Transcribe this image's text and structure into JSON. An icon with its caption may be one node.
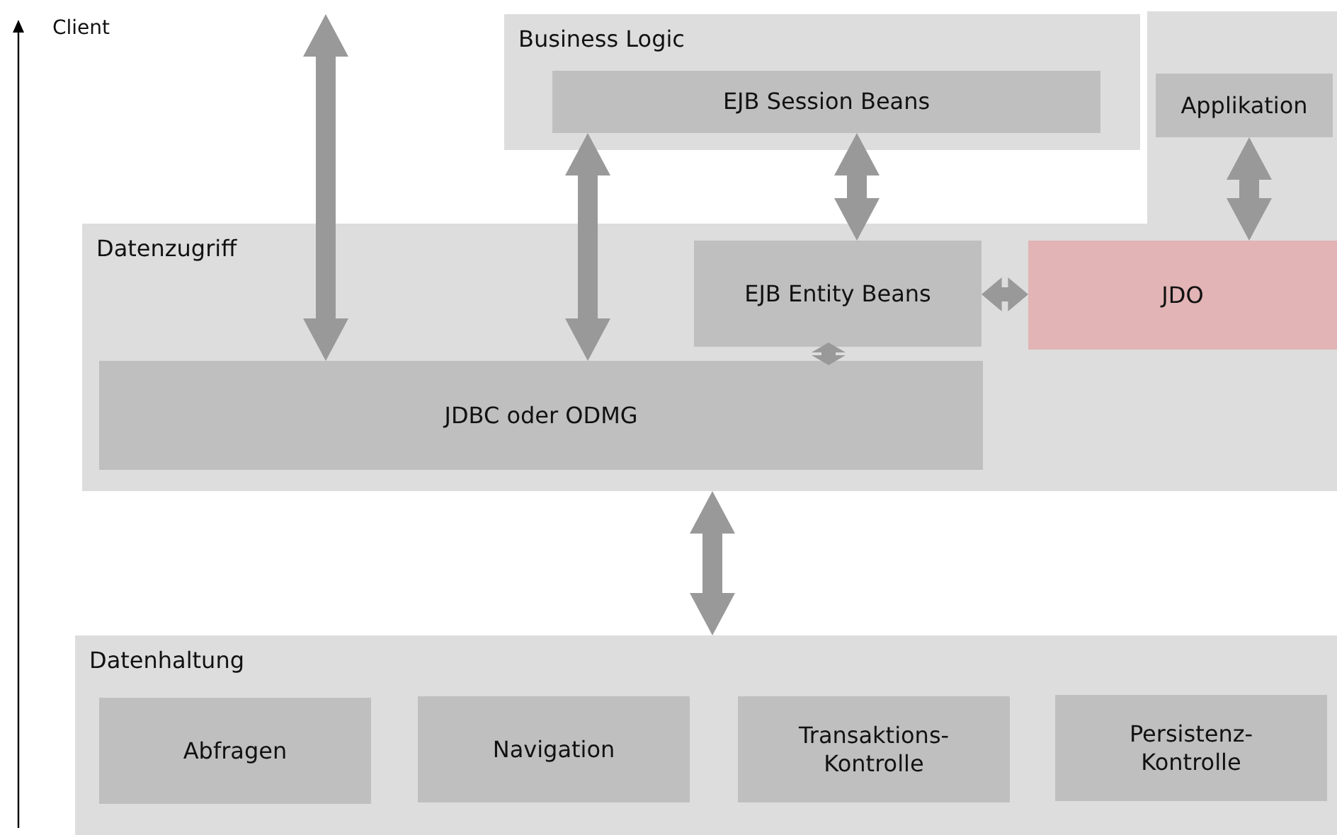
{
  "diagram": {
    "nodes": [
      {
        "text": [
          "Business Logic"
        ]
      },
      {
        "text": [
          "EJB Session Beans"
        ],
        "in": 0
      },
      {
        "text": [],
        "shape": "box"
      },
      {
        "text": [
          "Applikation"
        ],
        "in": 2
      },
      {
        "text": [
          "Datenzugriff"
        ]
      },
      {
        "text": [
          "EJB Entity Beans"
        ],
        "in": 4
      },
      {
        "text": [
          "JDO"
        ],
        "in": 4
      },
      {
        "text": [
          "JDBC oder ODMG"
        ],
        "in": 4
      },
      {
        "text": [
          "Datenhaltung"
        ]
      },
      {
        "text": [
          "Abfragen"
        ],
        "in": 8
      },
      {
        "text": [
          "Navigation"
        ],
        "in": 8
      },
      {
        "text": [
          "Transaktions-Kontrolle"
        ],
        "in": 8
      },
      {
        "text": [
          "Persistenz-Kontrolle"
        ],
        "in": 8
      }
    ],
    "edges": [
      {
        "from": null,
        "to": 7,
        "arrow": "both"
      },
      {
        "from": 1,
        "to": 7,
        "arrow": "both"
      },
      {
        "from": 1,
        "to": 5,
        "arrow": "both"
      },
      {
        "from": 3,
        "to": 6,
        "arrow": "both"
      },
      {
        "from": 5,
        "to": 6,
        "arrow": "both"
      },
      {
        "from": 5,
        "to": 7,
        "arrow": "both"
      },
      {
        "from": 4,
        "to": 8,
        "arrow": "both"
      }
    ],
    "labels": [
      "Client"
    ]
  }
}
